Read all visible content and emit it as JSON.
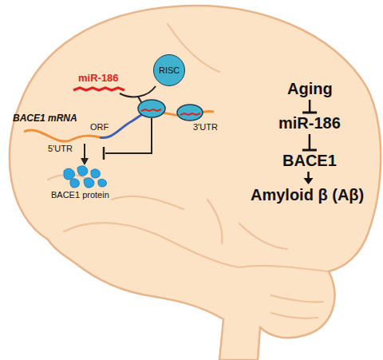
{
  "diagram": {
    "nodes": [
      {
        "text": [
          "RISC"
        ]
      },
      {
        "text": [
          "Aging"
        ]
      },
      {
        "text": [
          "miR-186"
        ]
      },
      {
        "text": [
          "BACE1"
        ]
      },
      {
        "text": [
          "Amyloid β (Aβ)"
        ]
      }
    ],
    "edges": [
      {
        "from": 1,
        "to": 2,
        "arrow": "to"
      },
      {
        "from": 2,
        "to": 3,
        "arrow": "to"
      },
      {
        "from": 3,
        "to": 4,
        "arrow": "to"
      }
    ],
    "labels": [
      "miR-186",
      "BACE1 mRNA",
      "5'UTR",
      "ORF",
      "3'UTR",
      "BACE1 protein"
    ]
  }
}
